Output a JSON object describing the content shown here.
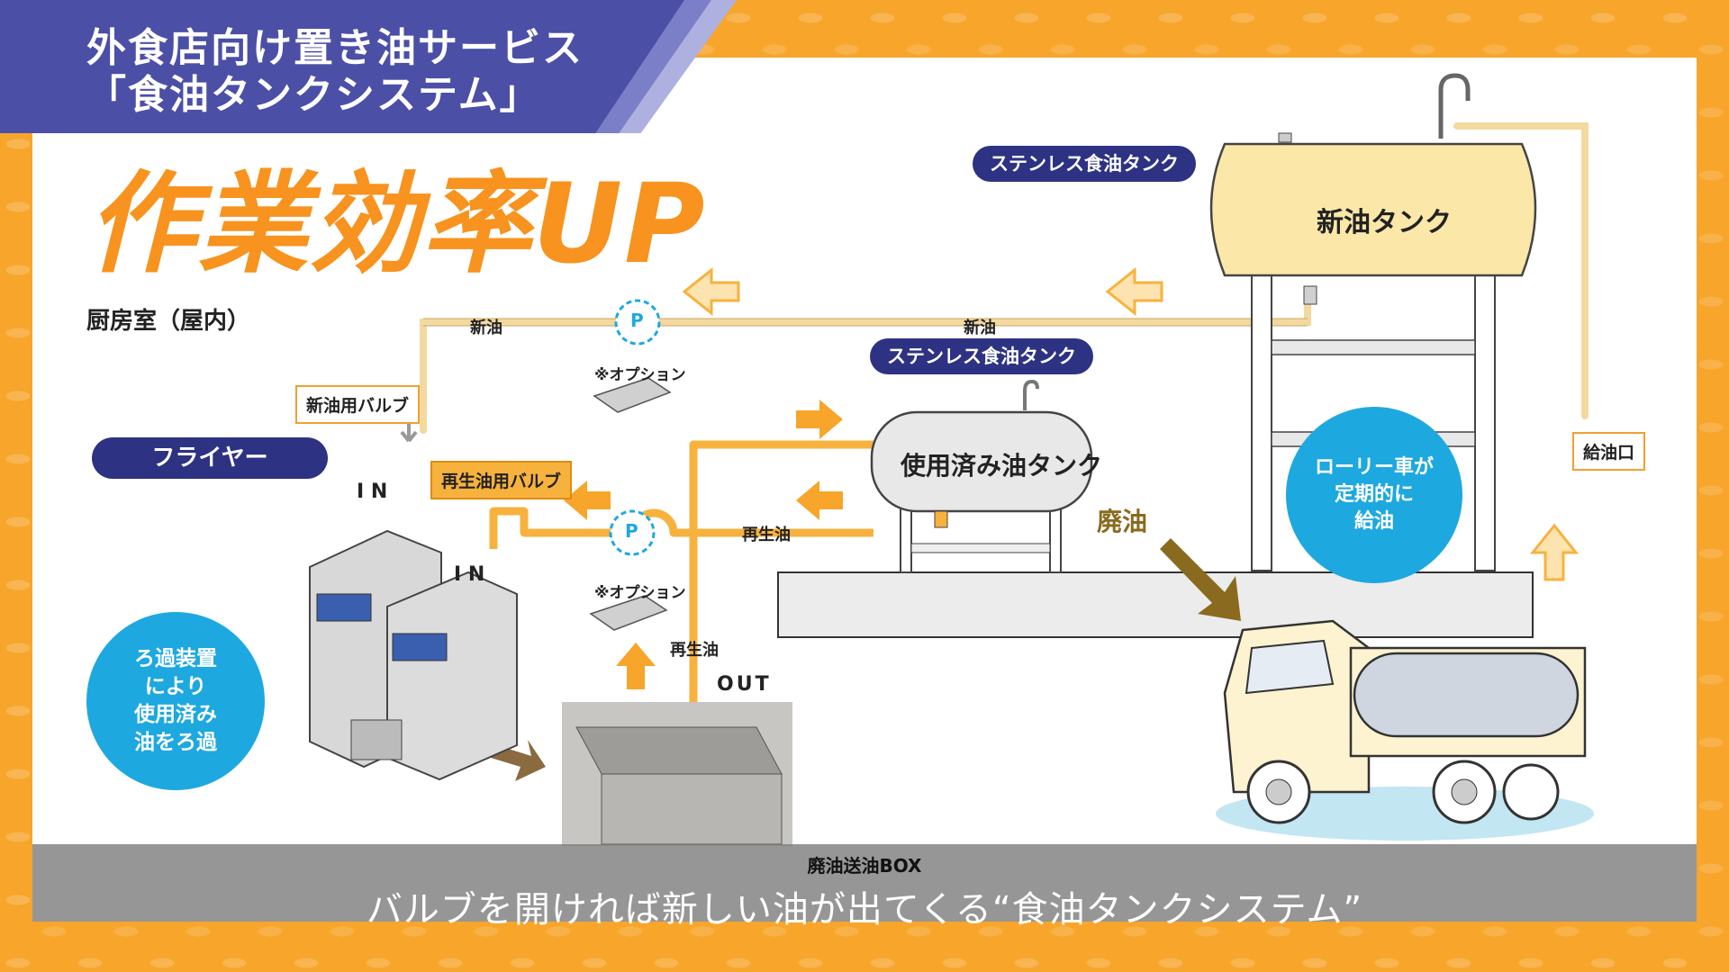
{
  "header": {
    "title_line1": "外食店向け置き油サービス",
    "title_line2": "「食油タンクシステム」",
    "heading": "作業効率UP"
  },
  "labels": {
    "kitchen": "厨房室（屋内）",
    "fryer": "フライヤー",
    "in_1": "I N",
    "in_2": "I N",
    "new_oil_valve": "新油用バルブ",
    "regen_valve": "再生油用バルブ",
    "new_oil_1": "新油",
    "new_oil_2": "新油",
    "regen_oil_1": "再生油",
    "regen_oil_2": "再生油",
    "option_1": "※オプション",
    "option_2": "※オプション",
    "pump_1": "P",
    "pump_2": "P",
    "out": "OUT",
    "stainless_tank_1": "ステンレス食油タンク",
    "stainless_tank_2": "ステンレス食油タンク",
    "new_oil_tank": "新油タンク",
    "used_oil_tank": "使用済み油タンク",
    "waste_oil": "廃油",
    "refuel_port": "給油口",
    "lorry_note": "ローリー車が\n定期的に\n給油",
    "filter_note": "ろ過装置\nにより\n使用済み\n油をろ過"
  },
  "caption": {
    "small": "廃油送油BOX",
    "main": "バルブを開ければ新しい油が出てくる“食油タンクシステム”"
  },
  "colors": {
    "orange": "#f7931e",
    "navy": "#2e3282",
    "blue": "#1ea8e0",
    "pipe_new": "#f3d9a0",
    "pipe_regen": "#f7b23e"
  }
}
